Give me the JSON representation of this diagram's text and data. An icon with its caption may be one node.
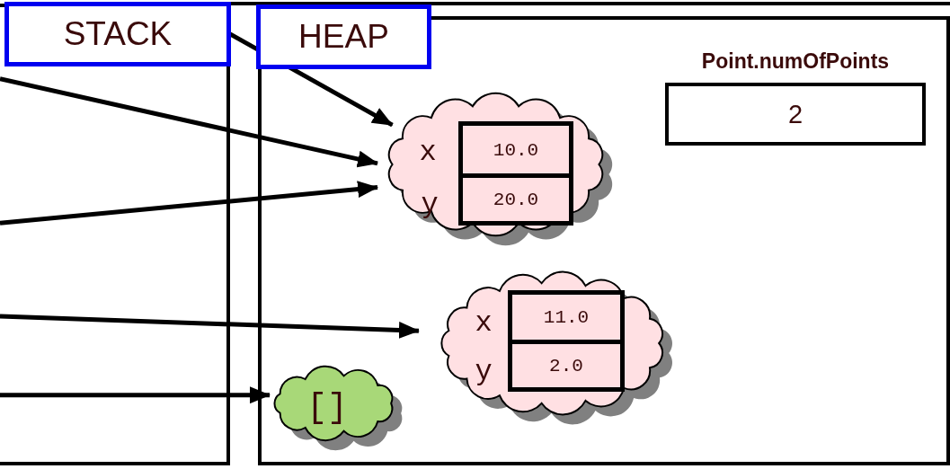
{
  "diagram": {
    "nodes": [
      {
        "text": [
          "STACK"
        ]
      },
      {
        "text": [
          "HEAP"
        ]
      },
      {
        "text": [
          "Point.numOfPoints",
          "2"
        ],
        "in": 1
      },
      {
        "text": [
          "x",
          "y"
        ],
        "in": 1
      },
      {
        "text": [
          "10.0"
        ],
        "in": 3
      },
      {
        "text": [
          "20.0"
        ],
        "in": 3
      },
      {
        "text": [
          "x",
          "y"
        ],
        "in": 1
      },
      {
        "text": [
          "11.0"
        ],
        "in": 6
      },
      {
        "text": [
          "2.0"
        ],
        "in": 6
      },
      {
        "text": [
          "[]"
        ],
        "in": 1
      }
    ],
    "edges": [
      {
        "from": 0,
        "to": 3,
        "arrow": "to"
      },
      {
        "from": 0,
        "to": 3,
        "arrow": "to"
      },
      {
        "from": 0,
        "to": 3,
        "arrow": "to"
      },
      {
        "from": 0,
        "to": 6,
        "arrow": "to"
      },
      {
        "from": 0,
        "to": 9,
        "arrow": "to"
      }
    ]
  }
}
